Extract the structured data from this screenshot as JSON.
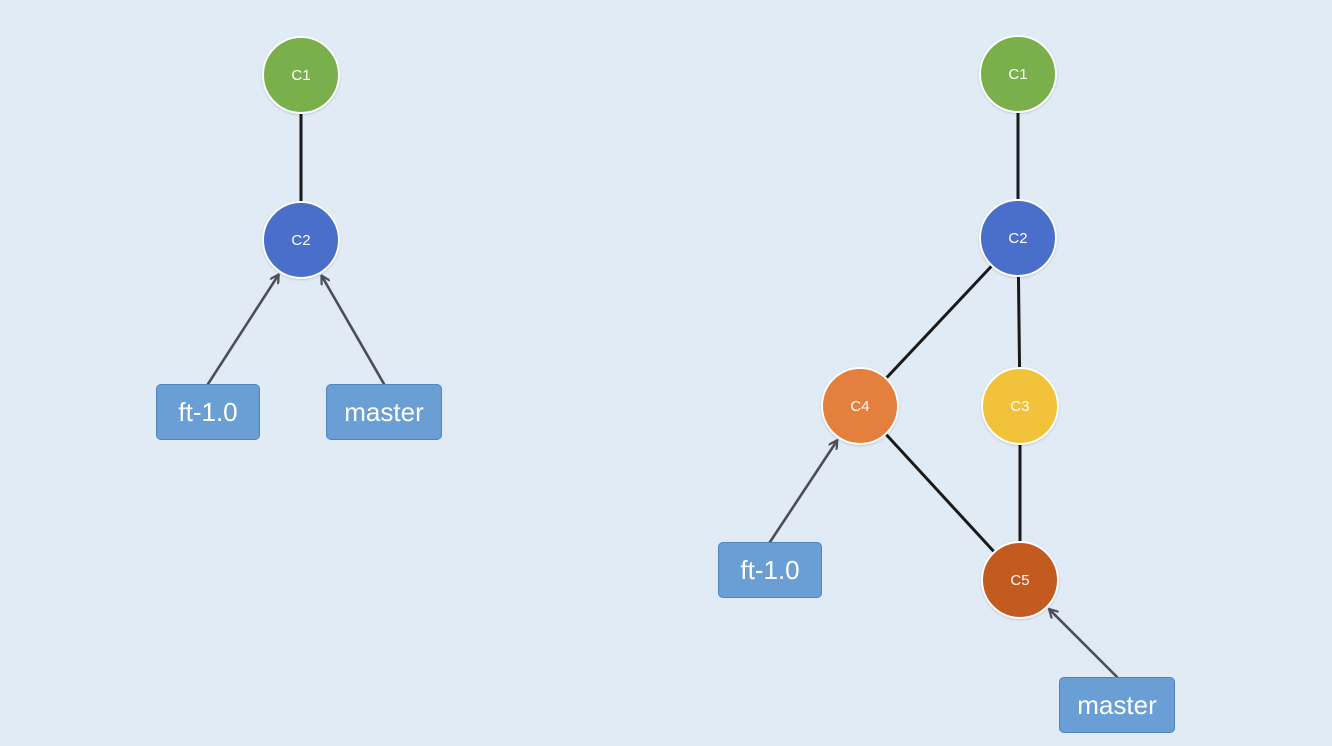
{
  "colors": {
    "background": "#e1ebf5",
    "edge": "#1a1a1a",
    "arrow": "#4a4f55",
    "branch_fill": "#6a9fd6",
    "branch_border": "#4f84bd"
  },
  "diagram_left": {
    "nodes": [
      {
        "id": "C1",
        "label": "C1",
        "color": "#7ab04b"
      },
      {
        "id": "C2",
        "label": "C2",
        "color": "#4a6fca"
      }
    ],
    "edges": [
      {
        "from": "C1",
        "to": "C2"
      }
    ],
    "branches": [
      {
        "id": "ft",
        "label": "ft-1.0",
        "points_to": "C2"
      },
      {
        "id": "master",
        "label": "master",
        "points_to": "C2"
      }
    ]
  },
  "diagram_right": {
    "nodes": [
      {
        "id": "C1",
        "label": "C1",
        "color": "#7ab04b"
      },
      {
        "id": "C2",
        "label": "C2",
        "color": "#4a6fca"
      },
      {
        "id": "C4",
        "label": "C4",
        "color": "#e57f3d"
      },
      {
        "id": "C3",
        "label": "C3",
        "color": "#f2c23a"
      },
      {
        "id": "C5",
        "label": "C5",
        "color": "#c35a1f"
      }
    ],
    "edges": [
      {
        "from": "C1",
        "to": "C2"
      },
      {
        "from": "C2",
        "to": "C4"
      },
      {
        "from": "C2",
        "to": "C3"
      },
      {
        "from": "C4",
        "to": "C5"
      },
      {
        "from": "C3",
        "to": "C5"
      }
    ],
    "branches": [
      {
        "id": "ft",
        "label": "ft-1.0",
        "points_to": "C4"
      },
      {
        "id": "master",
        "label": "master",
        "points_to": "C5"
      }
    ]
  }
}
